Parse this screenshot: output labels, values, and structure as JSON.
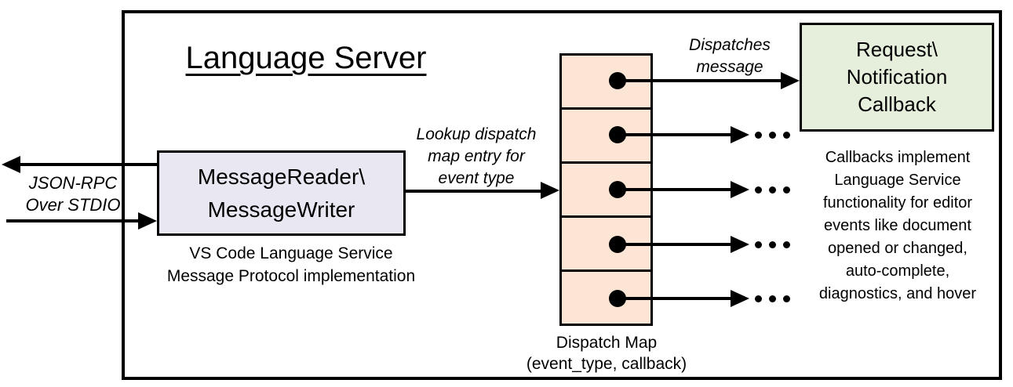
{
  "title": "Language Server",
  "labels": {
    "json_rpc": "JSON-RPC\nOver STDIO",
    "lookup": "Lookup dispatch\nmap entry for\nevent type",
    "dispatches": "Dispatches\nmessage"
  },
  "message_box": {
    "title": "MessageReader\\\nMessageWriter",
    "caption": "VS Code Language Service\nMessage Protocol implementation"
  },
  "dispatch_map": {
    "caption": "Dispatch Map\n(event_type, callback)",
    "entry_count": 5
  },
  "callback_box": {
    "title": "Request\\\nNotification\nCallback",
    "note": "Callbacks implement\nLanguage Service\nfunctionality for editor\nevents like document\nopened or changed,\nauto-complete,\ndiagnostics, and hover"
  },
  "icons": {
    "left_arrowhead": "solid-left-triangle",
    "right_arrowhead": "solid-right-triangle",
    "map_entry_dot": "filled-circle",
    "ellipsis": "three-dots"
  },
  "colors": {
    "message_box_fill": "#e9e7f2",
    "dispatch_map_fill": "#fce5d5",
    "callback_box_fill": "#e6efdc",
    "line_color": "#000000"
  }
}
